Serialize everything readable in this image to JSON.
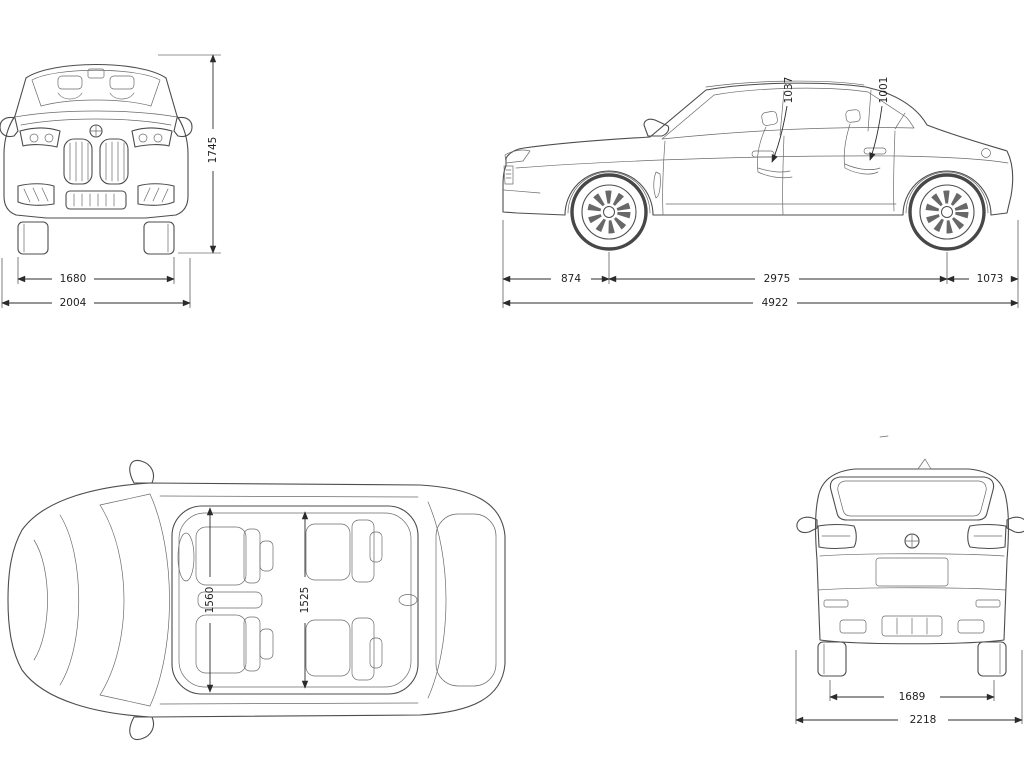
{
  "colors": {
    "background": "#ffffff",
    "line": "#4d4d4d",
    "dimension": "#2b2b2b"
  },
  "views": {
    "front": {
      "height": "1745",
      "track": "1680",
      "width": "2004"
    },
    "side": {
      "front_headroom": "1037",
      "rear_headroom": "1001",
      "front_overhang": "874",
      "wheelbase": "2975",
      "rear_overhang": "1073",
      "length": "4922"
    },
    "top": {
      "front_interior_width": "1560",
      "rear_interior_width": "1525"
    },
    "rear": {
      "track": "1689",
      "width_incl_mirrors": "2218"
    }
  }
}
